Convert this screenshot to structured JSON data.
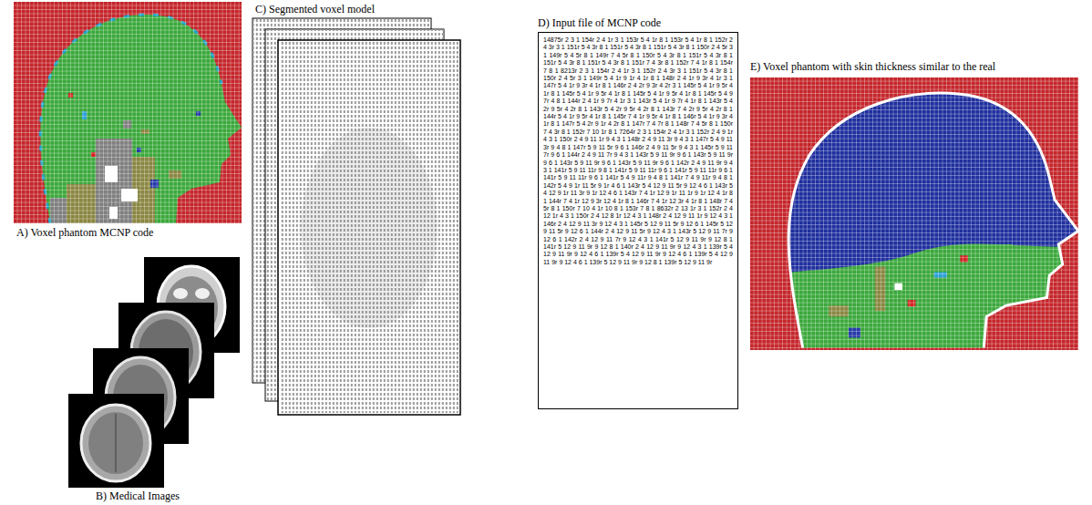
{
  "diagram": {
    "nodes": [
      {
        "text": [
          "D) Input file of MCNP code",
          "14875r 2 3 1 154r 2 4 1r 3 1 153r 5 4 1r 8 1 153r 5 4 1r 8 1 152r 2 4 3r 3 1 151r 5 4 3r 8 1 151r 5 4 3r 8 1 151r 5 4 3r 8 1 150r 2 4 5r 3 1 149r 5 4 5r 8 1 149r 7 4 5r 8 1 150r 5 4 3r 8 1 151r 5 4 3r 8 1 151r 5 4 3r 8 1 151r 5 4 3r 8 1 151r 7 4 3r 8 1 152r 7 4 1r 8 1 154r 7 8 1 8213r 2 3 1 154r 2 4 1r 3 1 152r 2 4 3r 3 1 151r 5 4 3r 8 1 150r 2 4 5r 3 1 149r 5 4 1r 9 1r 4 1r 8 1 148r 2 4 1r 9 3r 4 1r 3 1 147r 5 4 1r 9 3r 4 1r 8 1 146r 2 4 2r 9 3r 4 2r 3 1 145r 5 4 1r 9 5r 4 1r 8 1 145r 5 4 1r 9 5r 4 1r 8 1 145r 5 4 1r 9 5r 4 1r 8 1 145r 5 4 9 7r 4 8 1 144r 2 4 1r 9 7r 4 1r 3 1 143r 5 4 1r 9 7r 4 1r 8 1 143r 5 4 2r 9 5r 4 2r 8 1 143r 5 4 2r 9 5r 4 2r 8 1 143r 7 4 2r 9 5r 4 2r 8 1 144r 5 4 1r 9 5r 4 1r 8 1 145r 7 4 1r 9 5r 4 1r 8 1 146r 5 4 1r 9 3r 4 1r 8 1 147r 5 4 2r 9 1r 4 2r 8 1 147r 7 4 7r 8 1 148r 7 4 5r 8 1 150r 7 4 3r 8 1 152r 7 10 1r 8 1 7264r 2 3 1 154r 2 4 1r 3 1 152r 2 4 9 1r 4 3 1 150r 2 4 9 11 1r 9 4 3 1 148r 2 4 9 11 3r 9 4 3 1 147r 5 4 9 11 3r 9 4 8 1 147r 5 9 11 5r 9 6 1 146r 2 4 9 11 5r 9 4 3 1 145r 5 9 11 7r 9 6 1 144r 2 4 9 11 7r 9 4 3 1 143r 5 9 11 9r 9 6 1 143r 5 9 11 9r 9 6 1 143r 5 9 11 9r 9 6 1 143r 5 9 11 9r 9 6 1 142r 2 4 9 11 9r 9 4 3 1 141r 5 9 11 11r 9 8 1 141r 5 9 11 11r 9 6 1 141r 5 9 11 11r 9 6 1 141r 5 9 11 11r 9 6 1 141r 5 4 9 11r 9 4 8 1 141r 7 4 9 11r 9 4 8 1 142r 5 4 9 1r 11 5r 9 1r 4 6 1 143r 5 4 12 9 11 5r 9 12 4 6 1 143r 5 4 12 9 1r 11 3r 9 1r 12 4 6 1 143r 7 4 1r 12 9 1r 11 1r 9 1r 12 4 1r 8 1 144r 7 4 1r 12 9 3r 12 4 1r 8 1 146r 7 4 1r 12 3r 4 1r 8 1 148r 7 4 5r 8 1 150r 7 10 4 1r 10 8 1 153r 7 8 1 8632r 2 13 1r 3 1 152r 2 4 12 1r 4 3 1 150r 2 4 12 8 1r 12 4 3 1 148r 2 4 12 9 11 1r 9 12 4 3 1 146r 2 4 12 9 11 3r 9 12 4 3 1 145r 5 12 9 11 5r 9 12 6 1 145r 5 12 9 11 5r 9 12 6 1 144r 2 4 12 9 11 5r 9 12 4 3 1 143r 5 12 9 11 7r 9 12 6 1 142r 2 4 12 9 11 7r 9 12 4 3 1 141r 5 12 9 11 9r 9 12 8 1 141r 5 12 9 11 9r 9 12 8 1 140r 2 4 12 9 11 9r 9 12 4 3 1 139r 5 4 12 9 11 9r 9 12 4 6 1 139r 5 4 12 9 11 9r 9 12 4 6 1 139r 5 4 12 9 11 9r 9 12 4 6 1 139r 5 12 9 11 9r 9 12 8 1 139r 5 12 9 11 9r"
        ]
      }
    ],
    "labels": [
      "A) Voxel phantom MCNP code",
      "B) Medical Images",
      "C) Segmented voxel model",
      "E) Voxel phantom with skin thickness similar to the real"
    ]
  }
}
